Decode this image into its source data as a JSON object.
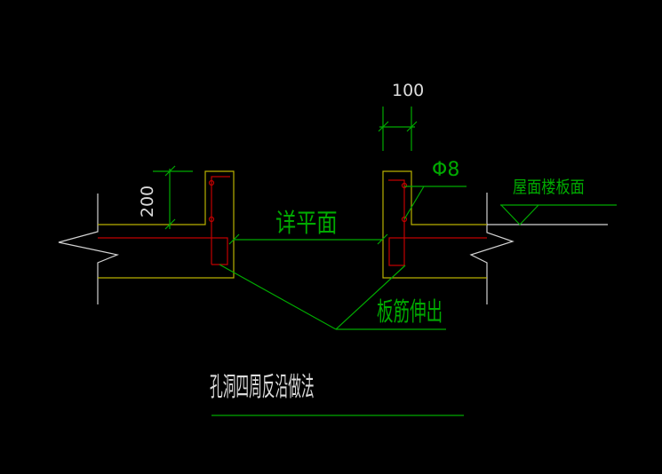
{
  "drawing": {
    "title": "孔洞四周反沿做法",
    "dimensions": {
      "curb_width": "100",
      "curb_height": "200",
      "hole_width": "详平面"
    },
    "labels": {
      "rebar_size": "Φ8",
      "roof_slab_surface": "屋面楼板面",
      "slab_rebar_extension": "板筋伸出"
    },
    "colors": {
      "background": "#000000",
      "concrete_outline": "#b8b000",
      "rebar": "#c00000",
      "annotation": "#00aa00",
      "break_line": "#d2d2d2",
      "dimension_text": "#dcdcdc"
    }
  }
}
